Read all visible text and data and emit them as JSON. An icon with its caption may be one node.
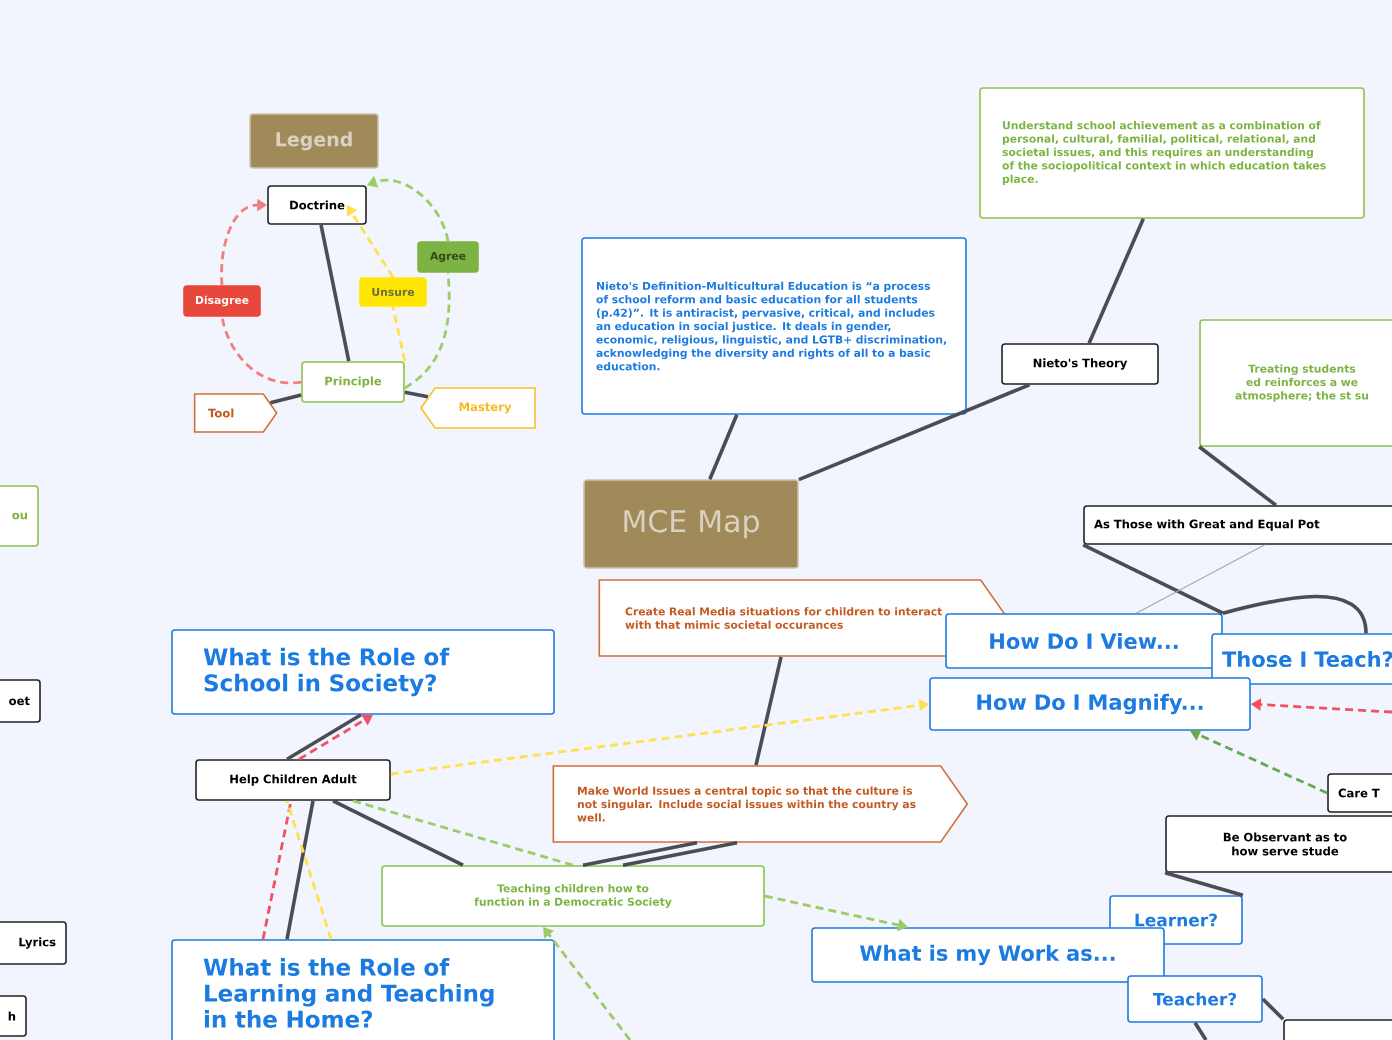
{
  "diagram": {
    "nodes": [
      {
        "text": [
          "Legend"
        ]
      },
      {
        "text": [
          "Doctrine"
        ]
      },
      {
        "text": [
          "Disagree"
        ]
      },
      {
        "text": [
          "Unsure"
        ]
      },
      {
        "text": [
          "Agree"
        ]
      },
      {
        "text": [
          "Principle"
        ]
      },
      {
        "text": [
          "Tool"
        ]
      },
      {
        "text": [
          "Mastery"
        ]
      },
      {
        "text": [
          "ou"
        ]
      },
      {
        "text": [
          "Nieto's Definition-Multicultural Education is “a process of school reform and basic education for all students (p.42)”. It is antiracist, pervasive, critical, and includes an education in social justice. It deals in gender, economic, religious, linguistic, and LGTB+ discrimination, acknowledging the diversity and rights of all to a basic education."
        ]
      },
      {
        "text": [
          "Understand school achievement as a combination of personal, cultural, familial, political, relational, and societal issues, and this requires an understanding of the sociopolitical context in which education takes place."
        ]
      },
      {
        "text": [
          "Nieto's Theory"
        ]
      },
      {
        "text": [
          "Treating students ed reinforces a we atmosphere; the st su"
        ]
      },
      {
        "text": [
          "MCE Map"
        ]
      },
      {
        "text": [
          "As Those with Great and Equal Pot"
        ]
      },
      {
        "text": [
          "Create Real Media situations for children to interact with that mimic societal occurances"
        ]
      },
      {
        "text": [
          "What is the Role of School in Society?"
        ]
      },
      {
        "text": [
          "How Do I View..."
        ]
      },
      {
        "text": [
          "Those I Teach?"
        ]
      },
      {
        "text": [
          "How Do I Magnify..."
        ]
      },
      {
        "text": [
          "oet"
        ]
      },
      {
        "text": [
          "Help Children Adult"
        ]
      },
      {
        "text": [
          "Make World Issues a central topic so that the culture is not singular. Include social issues within the country as well."
        ]
      },
      {
        "text": [
          "Care T"
        ]
      },
      {
        "text": [
          "Be Observant as to how serve stude"
        ]
      },
      {
        "text": [
          "Teaching children how to function in a Democratic Society"
        ]
      },
      {
        "text": [
          "Lyrics"
        ]
      },
      {
        "text": [
          "Learner?"
        ]
      },
      {
        "text": [
          "What is my Work as..."
        ]
      },
      {
        "text": [
          "What is the Role of Learning and Teaching in the Home?"
        ]
      },
      {
        "text": [
          "h"
        ]
      },
      {
        "text": [
          "Teacher?"
        ]
      },
      {
        "text": [],
        "shape": "box"
      }
    ],
    "edges": [
      {
        "from": 1,
        "to": 5,
        "arrow": "none"
      },
      {
        "from": 5,
        "to": 6,
        "arrow": "none"
      },
      {
        "from": 5,
        "to": 7,
        "arrow": "none"
      },
      {
        "from": 5,
        "to": 2,
        "arrow": "none",
        "style": "dashed",
        "color": "#f08080"
      },
      {
        "from": 2,
        "to": 1,
        "arrow": "to",
        "style": "dashed",
        "color": "#f08080"
      },
      {
        "from": 5,
        "to": 3,
        "arrow": "none",
        "style": "dashed",
        "color": "#ffe14d"
      },
      {
        "from": 3,
        "to": 1,
        "arrow": "to",
        "style": "dashed",
        "color": "#ffe14d"
      },
      {
        "from": 5,
        "to": 4,
        "arrow": "none",
        "style": "dashed",
        "color": "#9ccc65"
      },
      {
        "from": 4,
        "to": 1,
        "arrow": "to",
        "style": "dashed",
        "color": "#9ccc65"
      },
      {
        "from": 13,
        "to": 9,
        "arrow": "none"
      },
      {
        "from": 13,
        "to": 11,
        "arrow": "none"
      },
      {
        "from": 11,
        "to": 10,
        "arrow": "none"
      },
      {
        "from": 15,
        "to": 22,
        "arrow": "none"
      },
      {
        "from": 22,
        "to": 25,
        "arrow": "none"
      },
      {
        "from": 22,
        "to": 25,
        "arrow": "none"
      },
      {
        "from": 21,
        "to": 16,
        "arrow": "none"
      },
      {
        "from": 21,
        "to": 29,
        "arrow": "none"
      },
      {
        "from": 21,
        "to": 25,
        "arrow": "none"
      },
      {
        "from": 29,
        "to": 21,
        "arrow": "none",
        "style": "dashed",
        "color": "#ef5360"
      },
      {
        "from": 21,
        "to": 16,
        "arrow": "to",
        "style": "dashed",
        "color": "#ef5360"
      },
      {
        "from": 29,
        "to": 21,
        "arrow": "none",
        "style": "dashed",
        "color": "#ffe14d"
      },
      {
        "from": 21,
        "to": 19,
        "arrow": "to",
        "style": "dashed",
        "color": "#ffe14d"
      },
      {
        "from": 21,
        "to": 25,
        "arrow": "none",
        "style": "dashed",
        "color": "#9ccc65"
      },
      {
        "from": 25,
        "to": 28,
        "arrow": "to",
        "style": "dashed",
        "color": "#9ccc65"
      },
      {
        "from": null,
        "to": 25,
        "arrow": "to",
        "style": "dashed",
        "color": "#9ccc65"
      },
      {
        "from": 23,
        "to": 19,
        "arrow": "to",
        "style": "dashed",
        "color": "#6aa84f"
      },
      {
        "from": null,
        "to": 19,
        "arrow": "to",
        "style": "dashed",
        "color": "#ef5360"
      },
      {
        "from": 17,
        "to": 14,
        "arrow": "none"
      },
      {
        "from": 14,
        "to": 17,
        "arrow": "none",
        "color": "#aaaaaa"
      },
      {
        "from": 17,
        "to": 18,
        "arrow": "none"
      },
      {
        "from": 14,
        "to": 12,
        "arrow": "none"
      },
      {
        "from": 24,
        "to": 27,
        "arrow": "none"
      },
      {
        "from": 31,
        "to": 32,
        "arrow": "none"
      },
      {
        "from": 31,
        "to": null,
        "arrow": "none"
      }
    ]
  }
}
